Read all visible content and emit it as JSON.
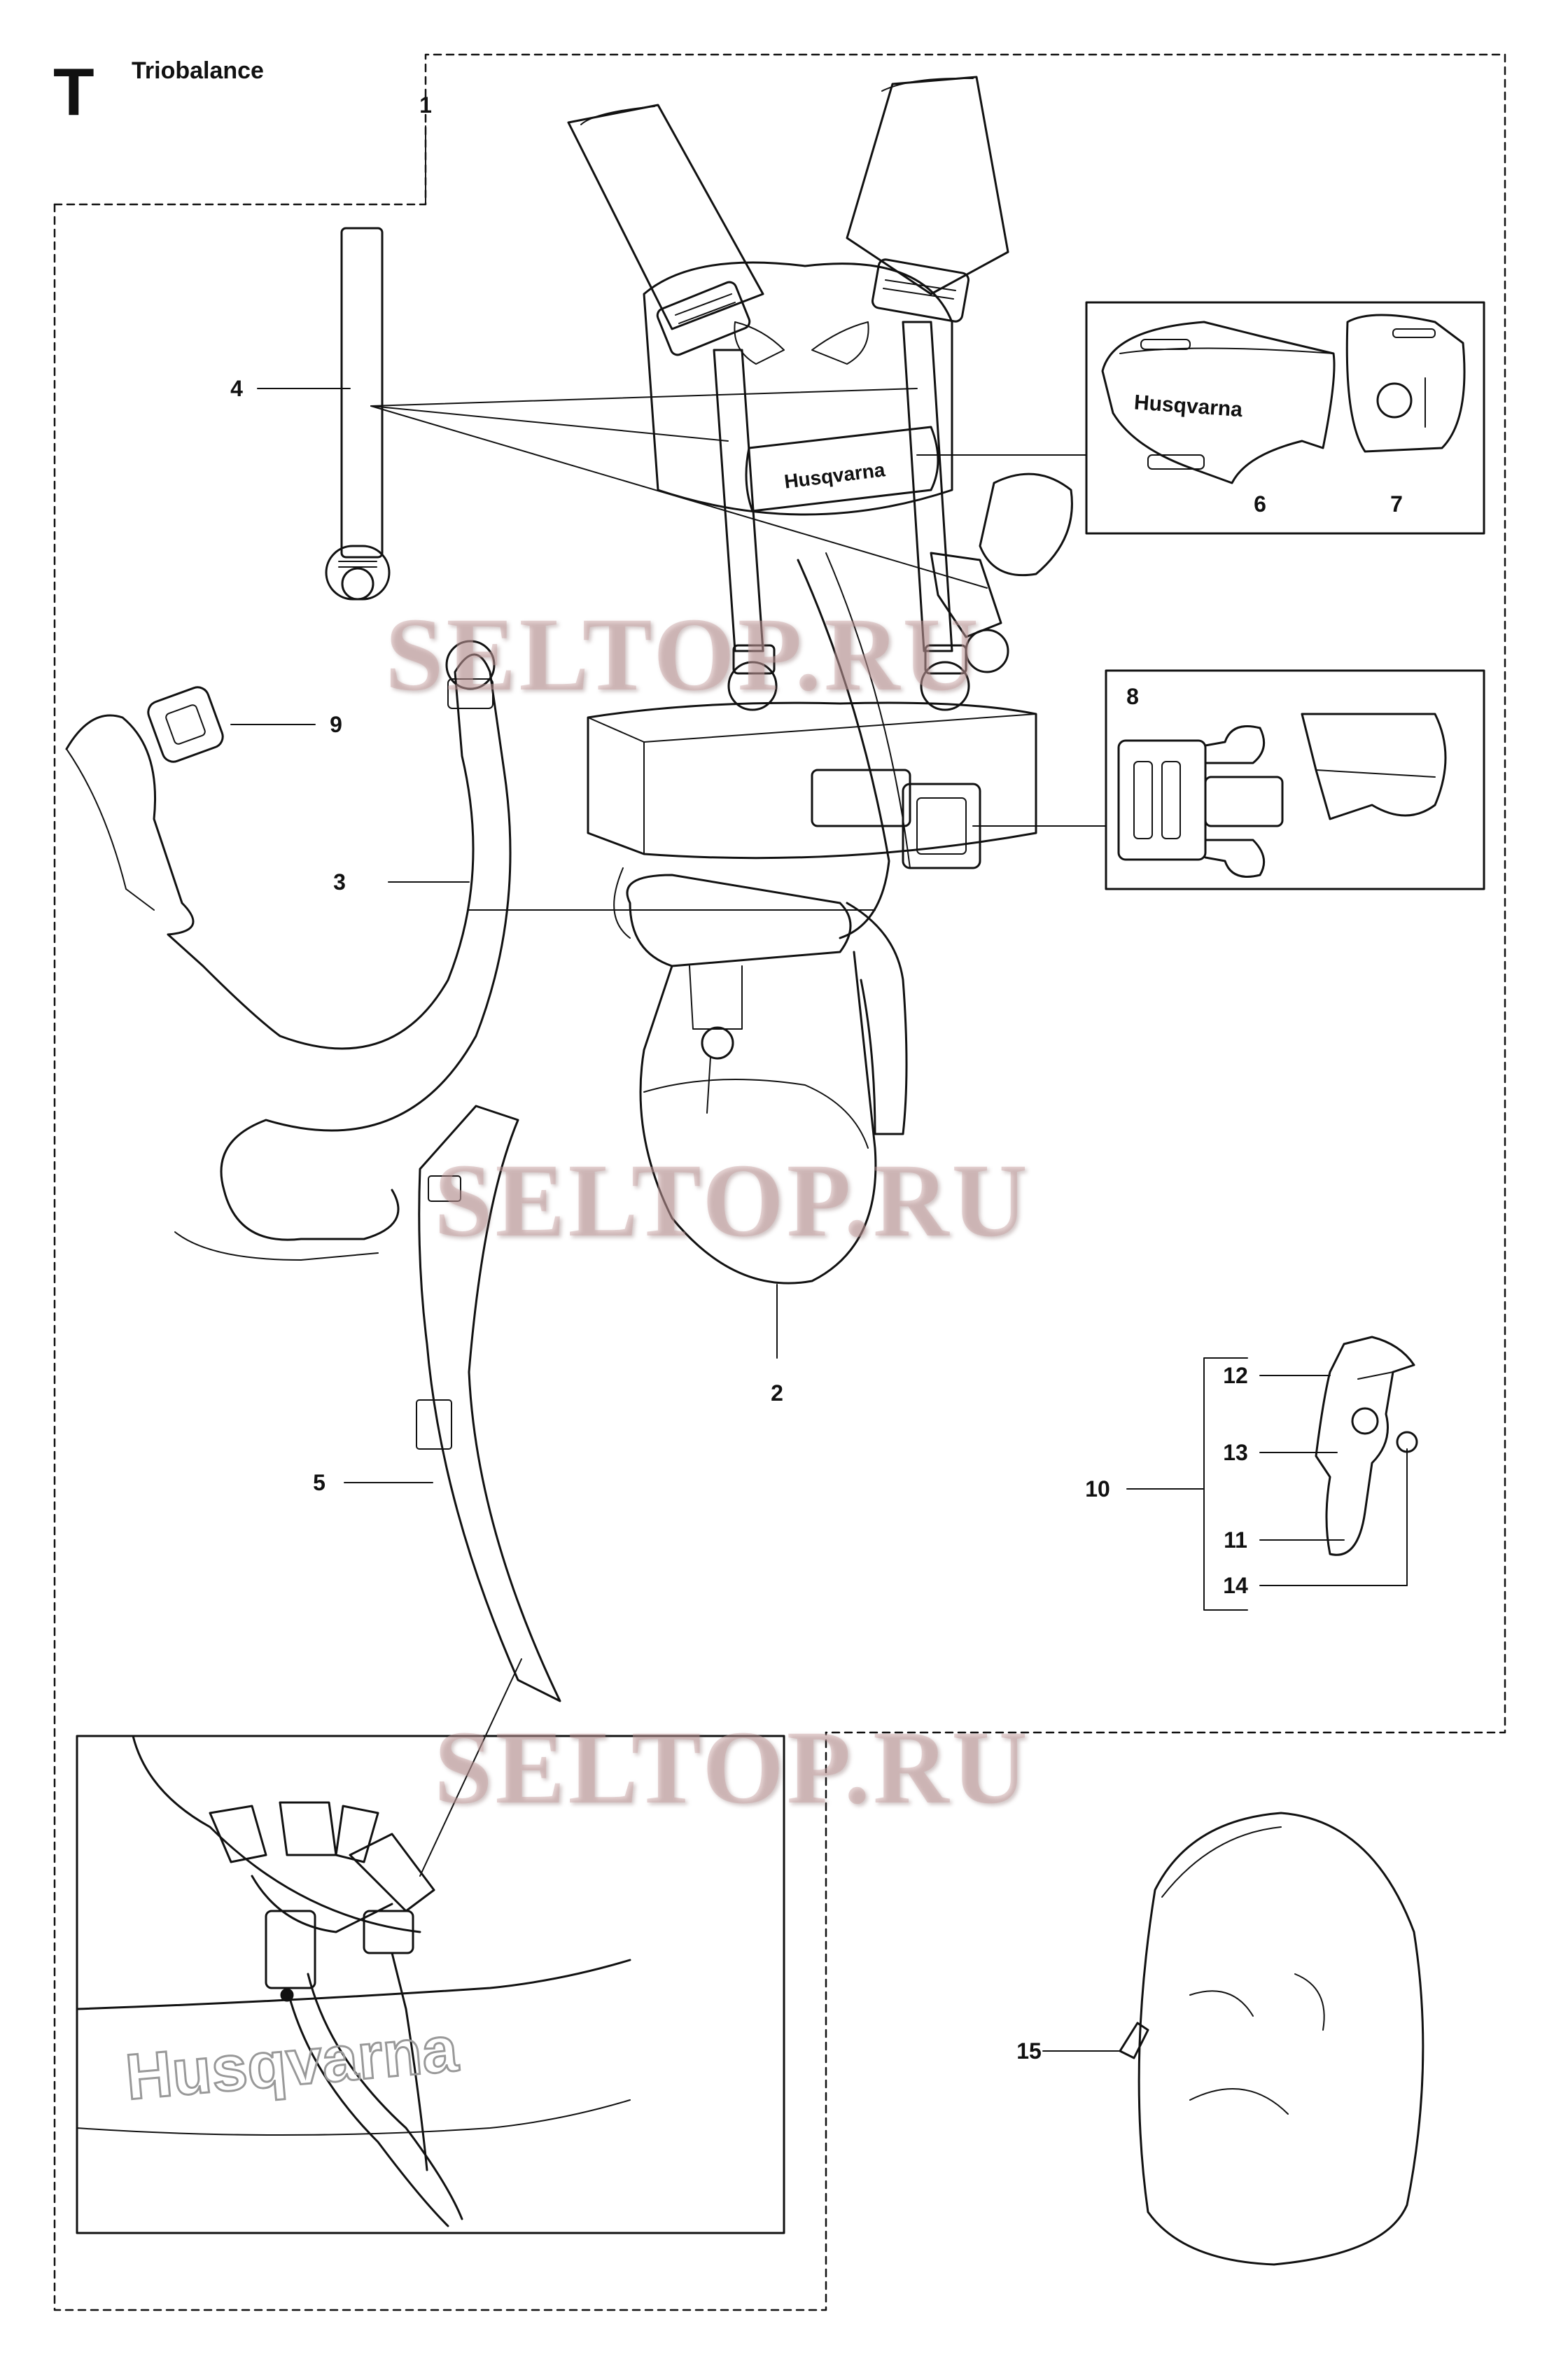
{
  "header": {
    "section_letter": "T",
    "section_title": "Triobalance"
  },
  "callouts": {
    "c1": "1",
    "c2": "2",
    "c3": "3",
    "c4": "4",
    "c5": "5",
    "c6": "6",
    "c7": "7",
    "c8": "8",
    "c9": "9",
    "c10": "10",
    "c11": "11",
    "c12": "12",
    "c13": "13",
    "c14": "14",
    "c15": "15"
  },
  "brand": {
    "logo": "Husqvarna"
  },
  "watermarks": {
    "w1": "SELTOP.RU",
    "w2": "SELTOP.RU",
    "w3": "SELTOP.RU"
  }
}
